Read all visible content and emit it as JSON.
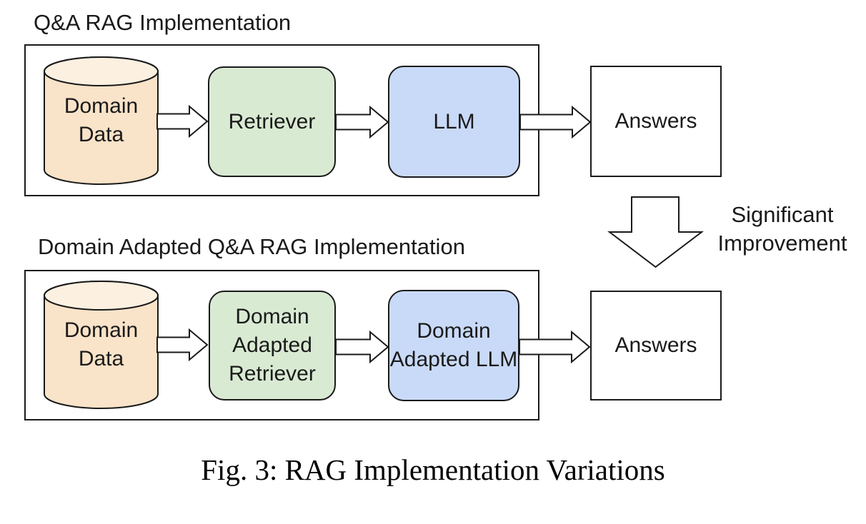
{
  "colors": {
    "bg": "#ffffff",
    "stroke": "#1a1a1a",
    "text": "#1a1a1a",
    "cylinder-body": "#f9e3c9",
    "cylinder-top": "#fcf0e1",
    "retriever-green": "#d9ead3",
    "llm-blue": "#c9daf8",
    "box-white": "#ffffff"
  },
  "top_flow": {
    "title": "Q&A RAG Implementation",
    "domain_data_label": "Domain Data",
    "retriever_label": "Retriever",
    "llm_label": "LLM",
    "answers_label": "Answers"
  },
  "bottom_flow": {
    "title": "Domain Adapted Q&A RAG Implementation",
    "domain_data_label": "Domain Data",
    "retriever_label": "Domain Adapted Retriever",
    "llm_label": "Domain Adapted LLM",
    "answers_label": "Answers"
  },
  "improvement_label": "Significant Improvement",
  "caption": "Fig. 3: RAG Implementation Variations"
}
